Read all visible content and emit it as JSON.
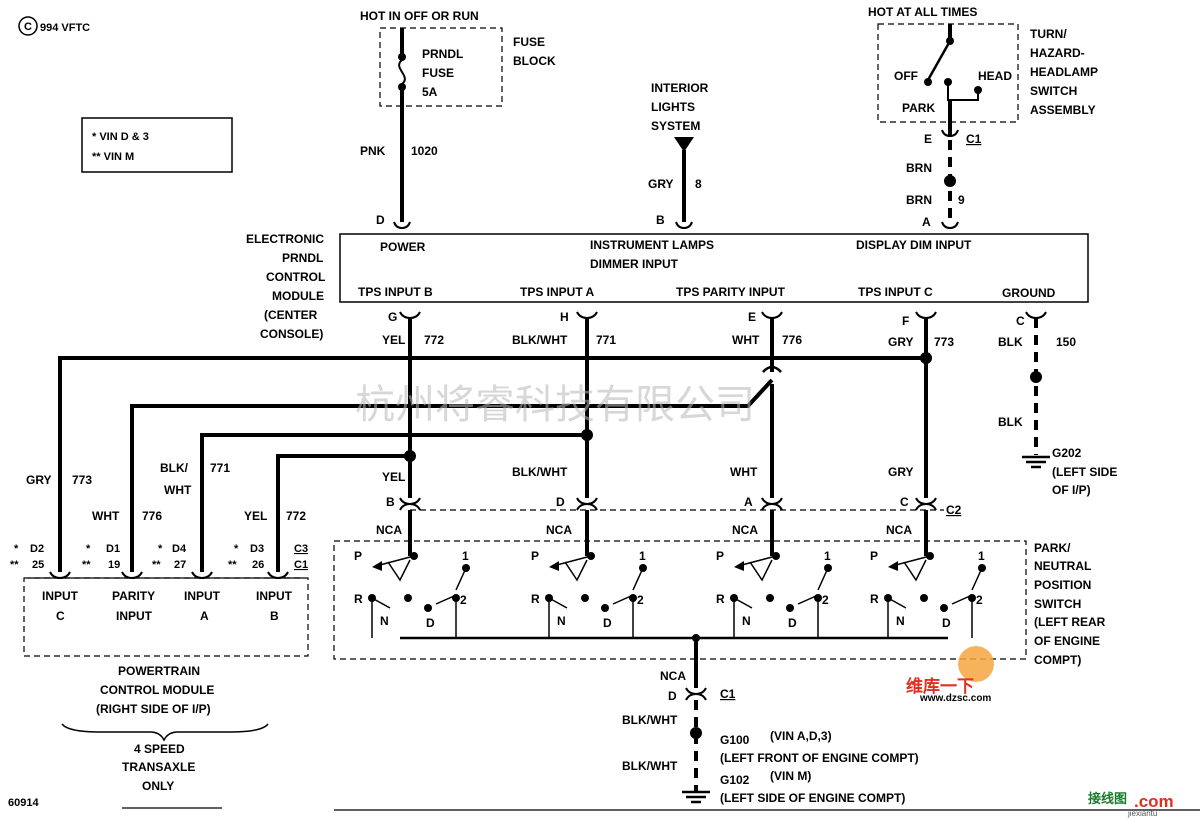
{
  "header": {
    "copyright": "994 VFTC",
    "copyright_mark": "C",
    "figure_id": "60914"
  },
  "legend": {
    "line1": "* VIN D & 3",
    "line2": "** VIN M"
  },
  "fuse": {
    "hot_label": "HOT IN OFF OR RUN",
    "name1": "PRNDL",
    "name2": "FUSE",
    "rating": "5A",
    "block1": "FUSE",
    "block2": "BLOCK"
  },
  "power_wire": {
    "color": "PNK",
    "circuit": "1020"
  },
  "interior": {
    "line1": "INTERIOR",
    "line2": "LIGHTS",
    "line3": "SYSTEM",
    "color": "GRY",
    "circuit": "8"
  },
  "switch": {
    "hot_label": "HOT AT ALL TIMES",
    "off": "OFF",
    "park": "PARK",
    "head": "HEAD",
    "name1": "TURN/",
    "name2": "HAZARD-",
    "name3": "HEADLAMP",
    "name4": "SWITCH",
    "name5": "ASSEMBLY",
    "pin": "E",
    "conn": "C1",
    "color1": "BRN",
    "color2": "BRN",
    "circuit": "9"
  },
  "module": {
    "name1": "ELECTRONIC",
    "name2": "PRNDL",
    "name3": "CONTROL",
    "name4": "MODULE",
    "name5": "(CENTER",
    "name6": "CONSOLE)",
    "power": "POWER",
    "lamps1": "INSTRUMENT LAMPS",
    "lamps2": "DIMMER INPUT",
    "dim": "DISPLAY DIM INPUT",
    "tps_b": "TPS INPUT B",
    "tps_a": "TPS INPUT A",
    "tps_p": "TPS PARITY INPUT",
    "tps_c": "TPS INPUT C",
    "ground": "GROUND",
    "pin_d": "D",
    "pin_b": "B",
    "pin_a": "A",
    "pin_g": "G",
    "pin_h": "H",
    "pin_e": "E",
    "pin_f": "F",
    "pin_c": "C"
  },
  "wires": {
    "w772": {
      "color": "YEL",
      "circuit": "772"
    },
    "w771": {
      "color": "BLK/WHT",
      "circuit": "771"
    },
    "w776": {
      "color": "WHT",
      "circuit": "776"
    },
    "w773": {
      "color": "GRY",
      "circuit": "773"
    },
    "w150": {
      "color": "BLK",
      "circuit": "150",
      "color2": "BLK"
    }
  },
  "g202": {
    "id": "G202",
    "loc1": "(LEFT SIDE",
    "loc2": "OF I/P)"
  },
  "pcm_wires": {
    "gry": "GRY",
    "gry_c": "773",
    "wht": "WHT",
    "wht_c": "776",
    "blk1": "BLK/",
    "blk2": "WHT",
    "blk_c": "771",
    "yel": "YEL",
    "yel_c": "772"
  },
  "pcm": {
    "pins": [
      {
        "star1": "*",
        "pin1": "D2",
        "star2": "**",
        "pin2": "25",
        "label1": "INPUT",
        "label2": "C"
      },
      {
        "star1": "*",
        "pin1": "D1",
        "star2": "**",
        "pin2": "19",
        "label1": "PARITY",
        "label2": "INPUT"
      },
      {
        "star1": "*",
        "pin1": "D4",
        "star2": "**",
        "pin2": "27",
        "label1": "INPUT",
        "label2": "A"
      },
      {
        "star1": "*",
        "pin1": "D3",
        "star2": "**",
        "pin2": "26",
        "label1": "INPUT",
        "label2": "B"
      }
    ],
    "conn1": "C3",
    "conn2": "C1",
    "name1": "POWERTRAIN",
    "name2": "CONTROL MODULE",
    "name3": "(RIGHT SIDE OF I/P)",
    "note1": "4 SPEED",
    "note2": "TRANSAXLE",
    "note3": "ONLY"
  },
  "c2": {
    "conn": "C2",
    "yel": "YEL",
    "blkwht": "BLK/WHT",
    "wht": "WHT",
    "gry": "GRY",
    "pin_b": "B",
    "pin_d": "D",
    "pin_a": "A",
    "pin_c": "C",
    "nca": "NCA"
  },
  "pnp": {
    "name1": "PARK/",
    "name2": "NEUTRAL",
    "name3": "POSITION",
    "name4": "SWITCH",
    "name5": "(LEFT REAR",
    "name6": "OF ENGINE",
    "name7": "COMPT)",
    "p": "P",
    "r": "R",
    "n": "N",
    "d": "D",
    "one": "1",
    "two": "2"
  },
  "ground_bottom": {
    "nca": "NCA",
    "pin": "D",
    "conn": "C1",
    "color1": "BLK/WHT",
    "color2": "BLK/WHT",
    "g100": "G100",
    "g100_vin": "(VIN A,D,3)",
    "g100_loc": "(LEFT FRONT OF ENGINE COMPT)",
    "g102": "G102",
    "g102_vin": "(VIN M)",
    "g102_loc": "(LEFT SIDE OF ENGINE COMPT)"
  },
  "watermark": {
    "text": "杭州将睿科技有限公司",
    "logo": "维库一下",
    "url": "www.dzsc.com",
    "corner1": "接线图",
    "corner2": ".com",
    "corner3": "jiexiantu"
  }
}
